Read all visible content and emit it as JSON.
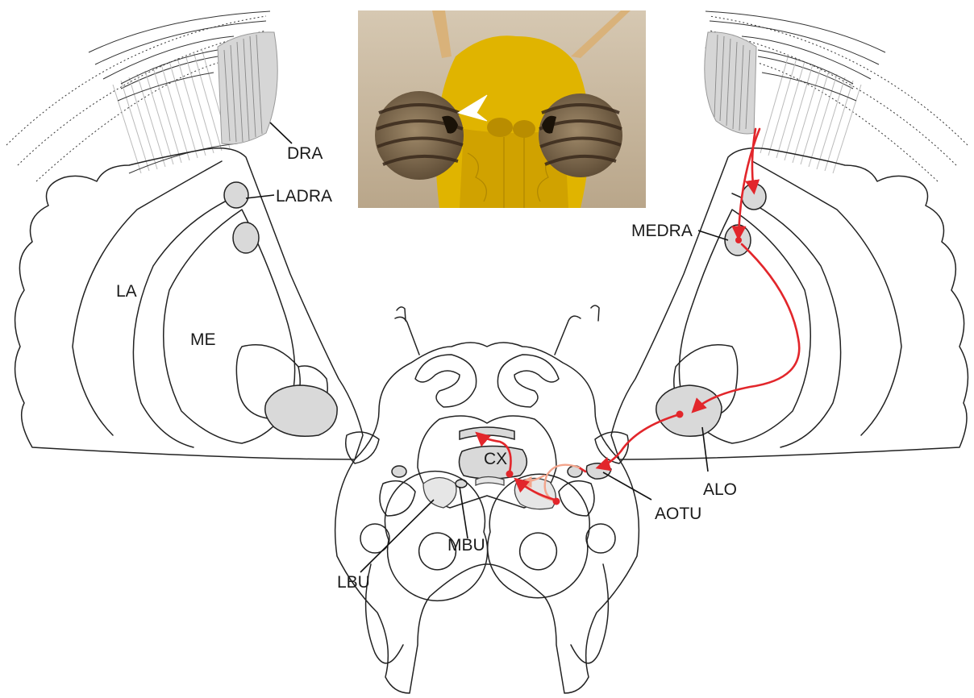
{
  "labels": {
    "dra": "DRA",
    "ladra": "LADRA",
    "medra": "MEDRA",
    "la": "LA",
    "me": "ME",
    "cx": "CX",
    "alo": "ALO",
    "aotu": "AOTU",
    "mbu": "MBU",
    "lbu": "LBU"
  },
  "colors": {
    "pathway": "#e2262b",
    "pathway_light": "#f3a58c",
    "region_fill": "#d9d9d9",
    "photo_background": "#c7b49a",
    "head_yellow": "#e0b400"
  },
  "photo": {
    "subject": "insect-head-photo",
    "marker": "white-arrowhead"
  }
}
